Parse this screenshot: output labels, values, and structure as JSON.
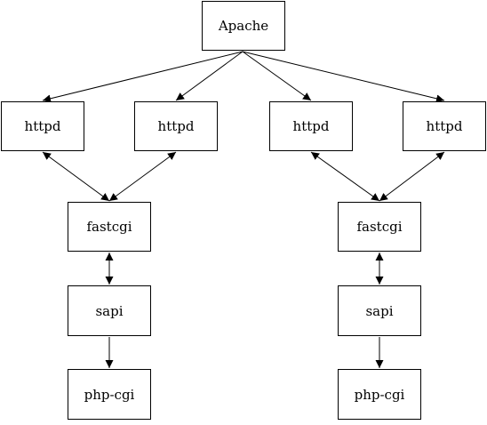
{
  "diagram": {
    "nodes": {
      "apache": "Apache",
      "httpd_1": "httpd",
      "httpd_2": "httpd",
      "httpd_3": "httpd",
      "httpd_4": "httpd",
      "fastcgi_left": "fastcgi",
      "fastcgi_right": "fastcgi",
      "sapi_left": "sapi",
      "sapi_right": "sapi",
      "phpcgi_left": "php-cgi",
      "phpcgi_right": "php-cgi"
    },
    "edges": [
      {
        "from": "apache",
        "to": "httpd_1",
        "direction": "forward"
      },
      {
        "from": "apache",
        "to": "httpd_2",
        "direction": "forward"
      },
      {
        "from": "apache",
        "to": "httpd_3",
        "direction": "forward"
      },
      {
        "from": "apache",
        "to": "httpd_4",
        "direction": "forward"
      },
      {
        "from": "httpd_1",
        "to": "fastcgi_left",
        "direction": "both"
      },
      {
        "from": "httpd_2",
        "to": "fastcgi_left",
        "direction": "both"
      },
      {
        "from": "httpd_3",
        "to": "fastcgi_right",
        "direction": "both"
      },
      {
        "from": "httpd_4",
        "to": "fastcgi_right",
        "direction": "both"
      },
      {
        "from": "fastcgi_left",
        "to": "sapi_left",
        "direction": "both"
      },
      {
        "from": "fastcgi_right",
        "to": "sapi_right",
        "direction": "both"
      },
      {
        "from": "sapi_left",
        "to": "phpcgi_left",
        "direction": "forward"
      },
      {
        "from": "sapi_right",
        "to": "phpcgi_right",
        "direction": "forward"
      }
    ],
    "colors": {
      "line": "#000000",
      "box_border": "#000000",
      "background": "#ffffff"
    }
  }
}
